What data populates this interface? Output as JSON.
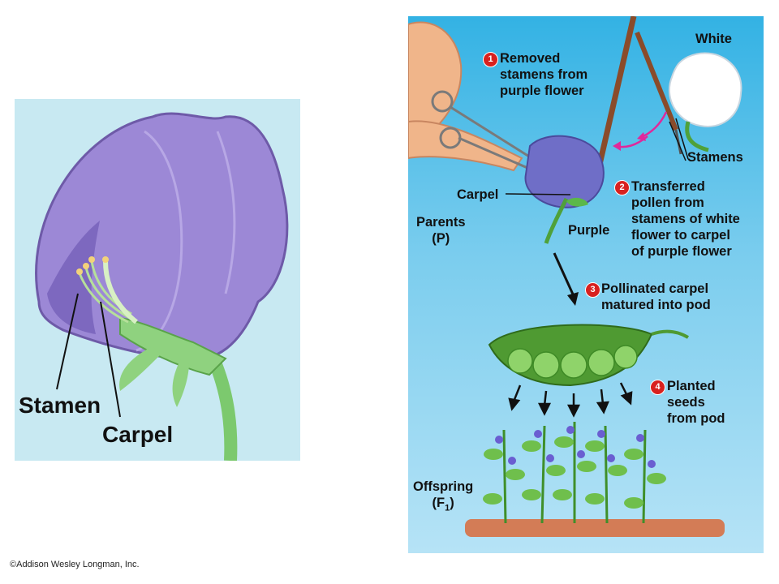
{
  "left": {
    "stamen_label": "Stamen",
    "carpel_label": "Carpel"
  },
  "right": {
    "white_label": "White",
    "stamens_label": "Stamens",
    "carpel_label": "Carpel",
    "purple_label": "Purple",
    "parents_label": "Parents",
    "parents_symbol": "(P)",
    "offspring_label": "Offspring",
    "offspring_symbol": "(F",
    "offspring_sub": "1",
    "offspring_close": ")",
    "steps": [
      {
        "number": "1",
        "lines": [
          "Removed",
          "stamens from",
          "purple flower"
        ]
      },
      {
        "number": "2",
        "lines": [
          "Transferred",
          "pollen from",
          "stamens of white",
          "flower to carpel",
          "of purple flower"
        ]
      },
      {
        "number": "3",
        "lines": [
          "Pollinated carpel",
          "matured into pod"
        ]
      },
      {
        "number": "4",
        "lines": [
          "Planted",
          "seeds",
          "from pod"
        ]
      }
    ]
  },
  "copyright": "©Addison Wesley Longman, Inc.",
  "colors": {
    "flower_purple": "#9c88d6",
    "stem_green": "#7cc96e",
    "pod_green": "#4f9a32",
    "step_red": "#d8211f"
  }
}
